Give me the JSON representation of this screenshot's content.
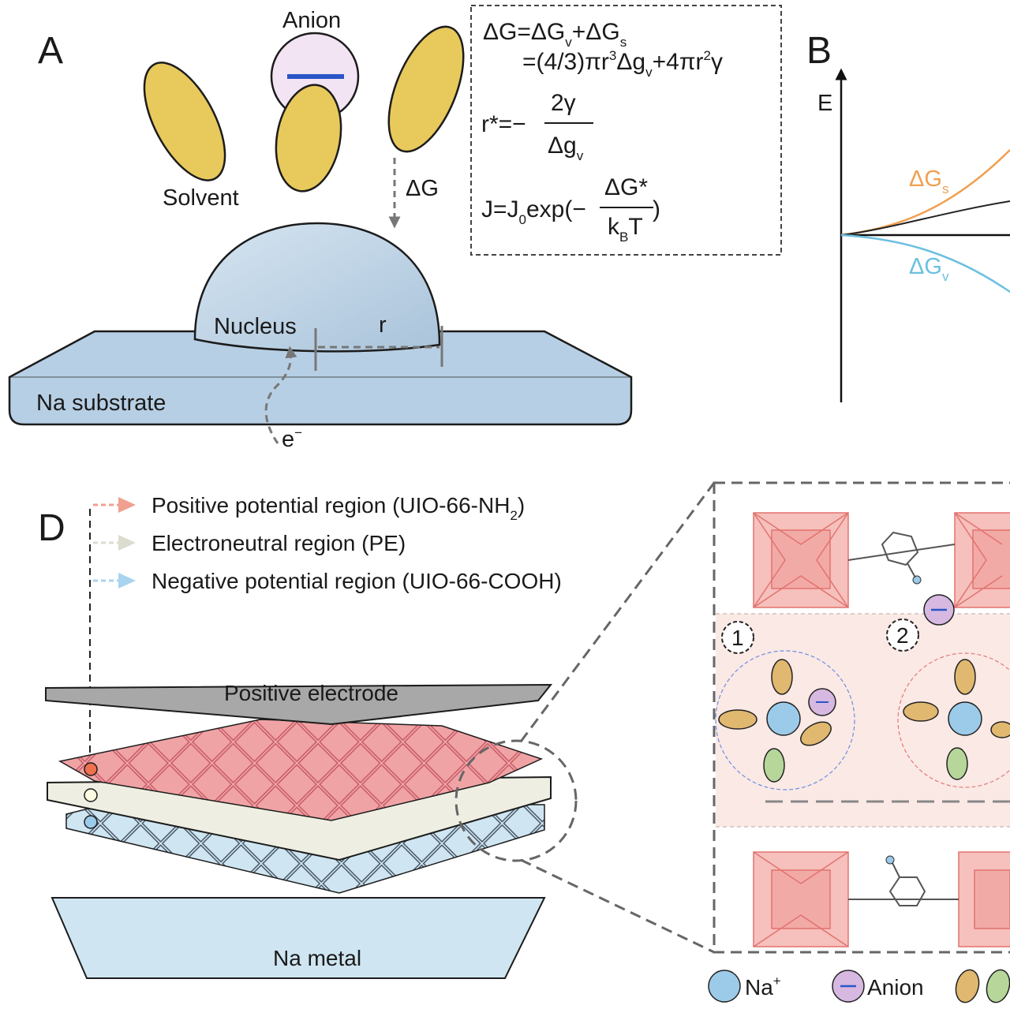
{
  "panels": {
    "a": "A",
    "b": "B",
    "d": "D"
  },
  "panel_a": {
    "anion_label": "Anion",
    "solvent_label": "Solvent",
    "delta_g_arrow_label": "ΔG",
    "nucleus_label": "Nucleus",
    "radius_label": "r",
    "substrate_label": "Na substrate",
    "electron_label": "e",
    "electron_sup": "−"
  },
  "equations": {
    "eq1": {
      "a": "ΔG=ΔG",
      "sub1": "v",
      "b": "+ΔG",
      "sub2": "s"
    },
    "eq2": {
      "a": "=(4/3)πr",
      "sup1": "3",
      "b": "Δg",
      "sub1": "v",
      "c": "+4πr",
      "sup2": "2",
      "d": "γ"
    },
    "eq3": {
      "lhs": "r*=−",
      "num": "2γ",
      "den": "Δg",
      "den_sub": "v"
    },
    "eq4": {
      "lhs": "J=J",
      "lhs_sub": "0",
      "mid": "exp(−",
      "num": "ΔG*",
      "den": "k",
      "den_sub": "B",
      "den_b": "T",
      "close": ")"
    }
  },
  "panel_b": {
    "y_axis_label": "E",
    "gs_label": "ΔG",
    "gs_sub": "s",
    "gv_label": "ΔG",
    "gv_sub": "v"
  },
  "panel_d": {
    "legend": [
      {
        "text": "Positive potential region (UIO-66-NH",
        "sub": "2",
        "tail": ")",
        "color": "#f0a090"
      },
      {
        "text": "Electroneutral region (PE)",
        "color": "#dcdccf"
      },
      {
        "text": "Negative potential region (UIO-66-COOH)",
        "color": "#a9d4ef"
      }
    ],
    "positive_electrode_label": "Positive electrode",
    "na_metal_label": "Na metal",
    "region_1": "1",
    "region_2": "2"
  },
  "bottom_legend": {
    "na_label": "Na",
    "na_sup": "+",
    "anion_label": "Anion"
  },
  "colors": {
    "solvent": "#e8c95c",
    "anion_fill": "#f3e4f3",
    "anion_bar": "#2b55c8",
    "nucleus": "#b4cde2",
    "substrate": "#b7cfe4",
    "gs_curve": "#f0a050",
    "gv_curve": "#6cc0e0",
    "positive_layer": "#f0a7a7",
    "negative_layer": "#cfe6f2",
    "neutral_layer": "#eeeee2",
    "na_ion": "#9ccbe9",
    "anion_ion": "#d6b8e0",
    "solvent_tan": "#e0b870",
    "solvent_green": "#b6d69a"
  }
}
